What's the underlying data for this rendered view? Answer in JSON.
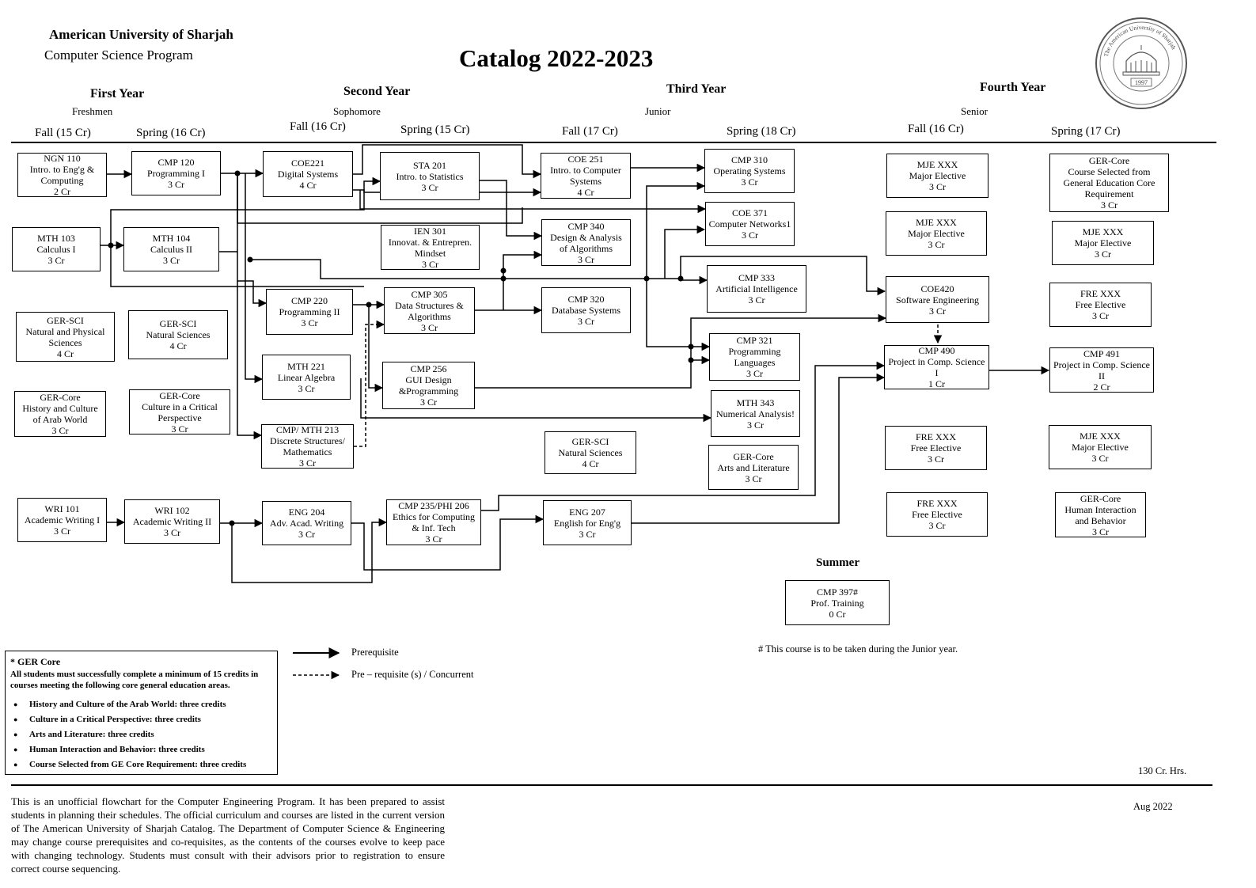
{
  "header": {
    "university": "American University of Sharjah",
    "program": "Computer Science Program",
    "catalog": "Catalog 2022-2023"
  },
  "seal": {
    "top_text": "The American University of Sharjah",
    "year": "1997"
  },
  "years": [
    {
      "title": "First Year",
      "level": "Freshmen",
      "fall": "Fall (15 Cr)",
      "spring": "Spring (16 Cr)"
    },
    {
      "title": "Second Year",
      "level": "Sophomore",
      "fall": "Fall (16 Cr)",
      "spring": "Spring (15 Cr)"
    },
    {
      "title": "Third Year",
      "level": "Junior",
      "fall": "Fall (17 Cr)",
      "spring": "Spring (18 Cr)"
    },
    {
      "title": "Fourth Year",
      "level": "Senior",
      "fall": "Fall (16 Cr)",
      "spring": "Spring (17 Cr)"
    }
  ],
  "courses": {
    "ngn110": [
      "NGN 110",
      "Intro. to Eng'g &",
      "Computing",
      "2 Cr"
    ],
    "mth103": [
      "MTH 103",
      "Calculus I",
      "3 Cr"
    ],
    "gersci1": [
      "GER-SCI",
      "Natural and Physical",
      "Sciences",
      "4 Cr"
    ],
    "gercore1": [
      "GER-Core",
      "History and Culture",
      "of Arab World",
      "3 Cr"
    ],
    "wri101": [
      "WRI 101",
      "Academic Writing I",
      "3 Cr"
    ],
    "cmp120": [
      "CMP 120",
      "Programming I",
      "3 Cr"
    ],
    "mth104": [
      "MTH 104",
      "Calculus II",
      "3 Cr"
    ],
    "gersci2": [
      "GER-SCI",
      "Natural Sciences",
      "4 Cr"
    ],
    "gercore2": [
      "GER-Core",
      "Culture in a Critical",
      "Perspective",
      "3 Cr"
    ],
    "wri102": [
      "WRI 102",
      "Academic Writing II",
      "3 Cr"
    ],
    "coe221": [
      "COE221",
      "Digital Systems",
      "4 Cr"
    ],
    "cmp220": [
      "CMP 220",
      "Programming II",
      "3 Cr"
    ],
    "mth221": [
      "MTH 221",
      "Linear Algebra",
      "3 Cr"
    ],
    "cmp213": [
      "CMP/ MTH 213",
      "Discrete Structures/",
      "Mathematics",
      "3 Cr"
    ],
    "eng204": [
      "ENG 204",
      "Adv. Acad. Writing",
      "3 Cr"
    ],
    "sta201": [
      "STA 201",
      "Intro. to Statistics",
      "3 Cr"
    ],
    "ien301": [
      "IEN 301",
      "Innovat. & Entrepren.",
      "Mindset",
      "3 Cr"
    ],
    "cmp305": [
      "CMP 305",
      "Data Structures &",
      "Algorithms",
      "3 Cr"
    ],
    "cmp256": [
      "CMP 256",
      "GUI Design",
      "&Programming",
      "3 Cr"
    ],
    "cmp235": [
      "CMP 235/PHI 206",
      "Ethics for Computing",
      "& Inf. Tech",
      "3 Cr"
    ],
    "coe251": [
      "COE 251",
      "Intro. to Computer",
      "Systems",
      "4 Cr"
    ],
    "cmp340": [
      "CMP 340",
      "Design & Analysis",
      "of Algorithms",
      "3 Cr"
    ],
    "cmp320": [
      "CMP 320",
      "Database Systems",
      "3 Cr"
    ],
    "gersci3": [
      "GER-SCI",
      "Natural Sciences",
      "4 Cr"
    ],
    "eng207": [
      "ENG 207",
      "English for Eng'g",
      "3 Cr"
    ],
    "cmp310": [
      "CMP 310",
      "Operating Systems",
      "3 Cr"
    ],
    "coe371": [
      "COE 371",
      "Computer Networks1",
      "3 Cr"
    ],
    "cmp333": [
      "CMP 333",
      "Artificial Intelligence",
      "3 Cr"
    ],
    "cmp321": [
      "CMP 321",
      "Programming",
      "Languages",
      "3 Cr"
    ],
    "mth343": [
      "MTH 343",
      "Numerical Analysis!",
      "3 Cr"
    ],
    "gercore3": [
      "GER-Core",
      "Arts and Literature",
      "3 Cr"
    ],
    "mje1": [
      "MJE XXX",
      "Major Elective",
      "3 Cr"
    ],
    "mje2": [
      "MJE XXX",
      "Major Elective",
      "3 Cr"
    ],
    "coe420": [
      "COE420",
      "Software Engineering",
      "3 Cr"
    ],
    "cmp490": [
      "CMP 490",
      "Project in Comp. Science",
      "I",
      "1 Cr"
    ],
    "fre1": [
      "FRE XXX",
      "Free Elective",
      "3 Cr"
    ],
    "fre2": [
      "FRE XXX",
      "Free Elective",
      "3 Cr"
    ],
    "gercore4": [
      "GER-Core",
      "Course Selected from",
      "General Education Core",
      "Requirement",
      "3 Cr"
    ],
    "mje3": [
      "MJE XXX",
      "Major Elective",
      "3 Cr"
    ],
    "fre3": [
      "FRE XXX",
      "Free Elective",
      "3 Cr"
    ],
    "cmp491": [
      "CMP 491",
      "Project in Comp. Science",
      "II",
      "2 Cr"
    ],
    "mje4": [
      "MJE XXX",
      "Major Elective",
      "3 Cr"
    ],
    "gercore5": [
      "GER-Core",
      "Human Interaction",
      "and Behavior",
      "3 Cr"
    ],
    "cmp397": [
      "CMP 397#",
      "Prof. Training",
      "0 Cr"
    ]
  },
  "summer": "Summer",
  "note": "# This course is to be taken during the Junior year.",
  "legend": {
    "prereq": "Prerequisite",
    "concurrent": "Pre – requisite (s) / Concurrent"
  },
  "ger_box": {
    "title": "*  GER Core",
    "intro": "All students must successfully complete a minimum of 15 credits in courses meeting the following core general education areas.",
    "items": [
      "History and Culture of the Arab World: three credits",
      "Culture in a Critical Perspective: three credits",
      "Arts and Literature: three credits",
      "Human Interaction and Behavior: three credits",
      "Course Selected from GE Core Requirement: three credits"
    ]
  },
  "total_hours": "130 Cr. Hrs.",
  "disclaimer": "This is an unofficial flowchart for the Computer Engineering Program. It has been prepared to assist students in planning their schedules. The official curriculum and courses are listed in the current version of The American University of Sharjah Catalog. The Department of Computer Science & Engineering may change course prerequisites and co-requisites, as the contents of the courses evolve to keep pace with changing technology. Students must consult with their advisors prior to registration to ensure correct course sequencing.",
  "date": "Aug 2022"
}
